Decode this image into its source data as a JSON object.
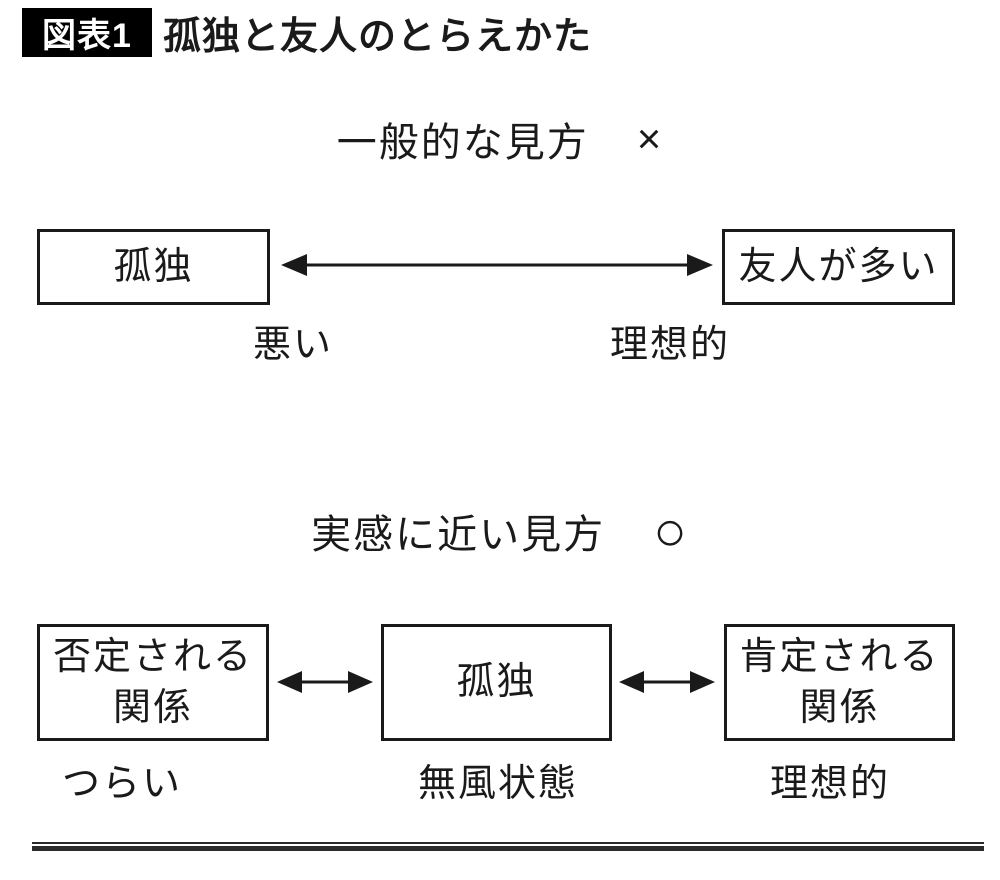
{
  "figure": {
    "badge": "図表1",
    "title": "孤独と友人のとらえかた"
  },
  "general_view": {
    "heading": "一般的な見方",
    "mark": "×",
    "left_box": "孤独",
    "right_box": "友人が多い",
    "left_caption": "悪い",
    "right_caption": "理想的"
  },
  "realistic_view": {
    "heading": "実感に近い見方",
    "mark": "○",
    "left_box": [
      "否定される",
      "関係"
    ],
    "center_box": "孤独",
    "right_box": [
      "肯定される",
      "関係"
    ],
    "left_caption": "つらい",
    "center_caption": "無風状態",
    "right_caption": "理想的"
  },
  "colors": {
    "text": "#1a1a1a",
    "badge_bg": "#000000",
    "badge_text": "#ffffff",
    "rule": "#2b2b2b"
  }
}
